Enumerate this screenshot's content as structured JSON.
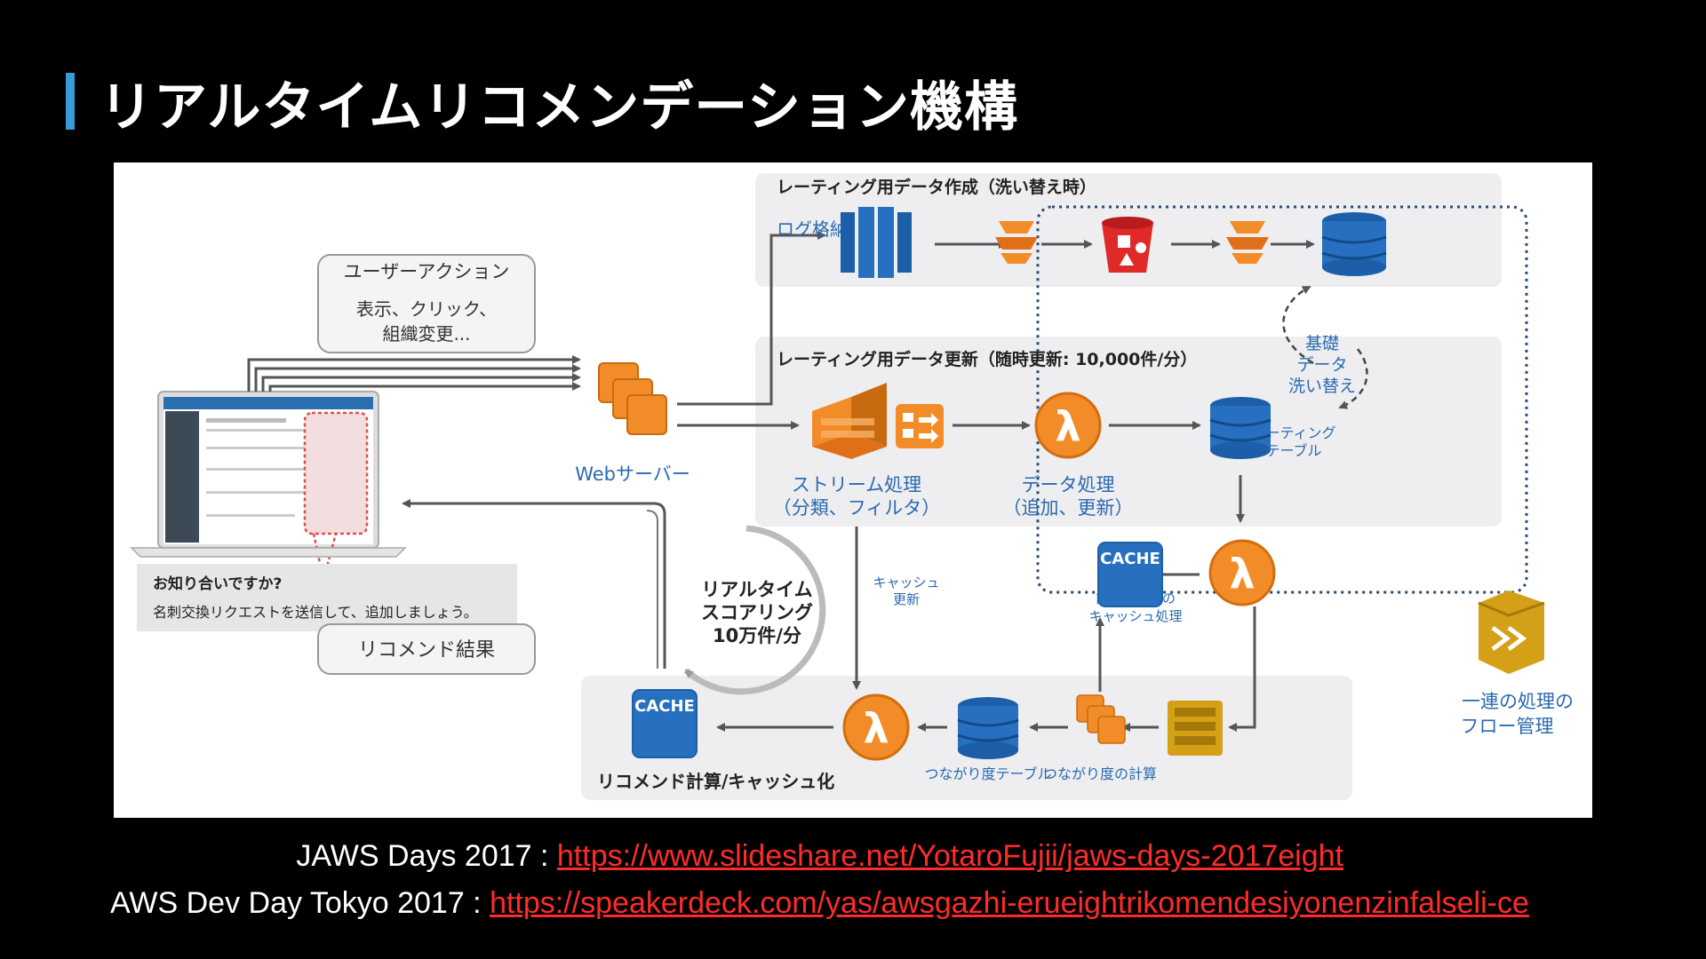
{
  "slide": {
    "title": "リアルタイムリコメンデーション機構",
    "accent_color": "#3a9ad9",
    "link_color": "#ff2b2b"
  },
  "diagram": {
    "groups": {
      "rating_create": "レーティング用データ作成（洗い替え時）",
      "rating_update": "レーティング用データ更新（随時更新: 10,000件/分）",
      "recommend": "リコメンド計算/キャッシュ化"
    },
    "labels": {
      "user_action_title": "ユーザーアクション",
      "user_action_line1": "表示、クリック、",
      "user_action_line2": "組織変更...",
      "log_store": "ログ格納",
      "web_server": "Webサーバー",
      "stream_line1": "ストリーム処理",
      "stream_line2": "（分類、フィルタ）",
      "data_proc_line1": "データ処理",
      "data_proc_line2": "（追加、更新）",
      "rating_table_line1": "レーティング",
      "rating_table_line2": "テーブル",
      "base_line1": "基礎",
      "base_line2": "データ",
      "base_line3": "洗い替え",
      "cache_update_line1": "キャッシュ",
      "cache_update_line2": "更新",
      "calc_cache_line1": "計算のための",
      "calc_cache_line2": "キャッシュ処理",
      "realtime_line1": "リアルタイム",
      "realtime_line2": "スコアリング",
      "realtime_line3": "10万件/分",
      "notice_line1": "お知り合いですか?",
      "notice_line2": "名刺交換リクエストを送信して、追加しましょう。",
      "recommend_result": "リコメンド結果",
      "conn_table": "つながり度テーブル",
      "conn_calc": "つながり度の計算",
      "flow_line1": "一連の処理の",
      "flow_line2": "フロー管理",
      "cache": "CACHE",
      "lambda": "λ"
    }
  },
  "sources": [
    {
      "label": "JAWS Days 2017 : ",
      "url": "https://www.slideshare.net/YotaroFujii/jaws-days-2017eight"
    },
    {
      "label": "AWS Dev Day Tokyo 2017 : ",
      "url": "https://speakerdeck.com/yas/awsgazhi-erueightrikomendesiyonenzinfalseli-ce"
    }
  ]
}
